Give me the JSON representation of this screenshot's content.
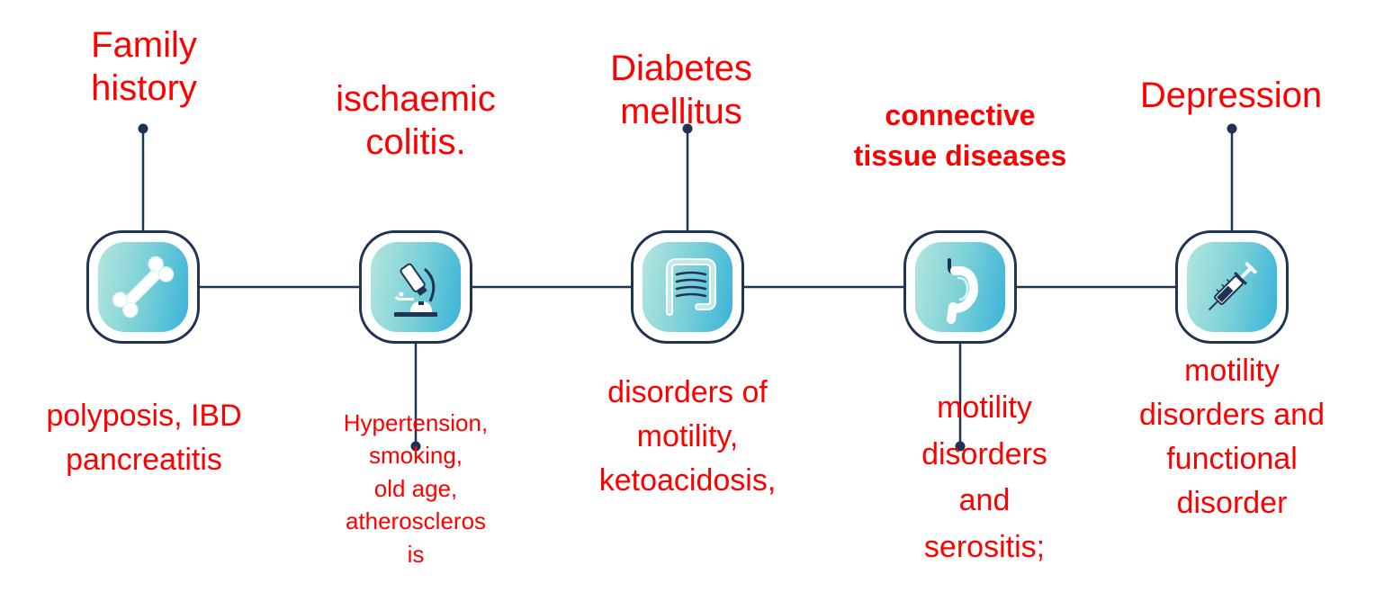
{
  "colors": {
    "text": "#ff0000",
    "line": "#1f3354",
    "icon_gradient": [
      "#b4e6dc",
      "#7dd1d8",
      "#38b3d8"
    ]
  },
  "nodes": [
    {
      "icon": "bone-icon",
      "top_label": [
        "Family",
        "history"
      ],
      "bottom_label": [
        "polyposis, IBD",
        "pancreatitis"
      ]
    },
    {
      "icon": "microscope-icon",
      "top_label": [
        "ischaemic",
        "colitis."
      ],
      "bottom_label": [
        "Hypertension,",
        "smoking,",
        "old age,",
        "atheroscleros",
        "is"
      ]
    },
    {
      "icon": "intestine-icon",
      "top_label": [
        "Diabetes",
        "mellitus"
      ],
      "bottom_label": [
        "disorders of",
        "motility,",
        "ketoacidosis,"
      ]
    },
    {
      "icon": "stomach-icon",
      "top_label": [
        "connective",
        "tissue diseases"
      ],
      "bottom_label": [
        "motility",
        "disorders",
        "and",
        "serositis;"
      ]
    },
    {
      "icon": "syringe-icon",
      "top_label": [
        "Depression"
      ],
      "bottom_label": [
        "motility",
        "disorders and",
        "functional",
        "disorder"
      ]
    }
  ]
}
